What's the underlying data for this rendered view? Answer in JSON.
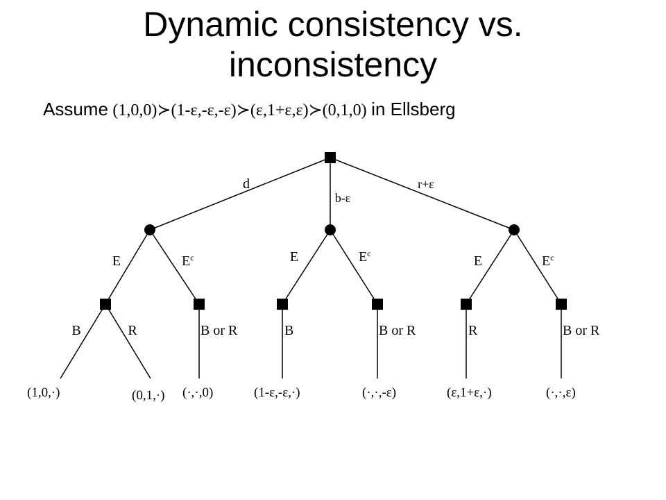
{
  "title": {
    "line1": "Dynamic consistency vs.",
    "line2": "inconsistency"
  },
  "subtitle": {
    "prefix": "Assume",
    "formula": "(1,0,0)≻(1-ε,-ε,-ε)≻(ε,1+ε,ε)≻(0,1,0)",
    "suffix": "in Ellsberg"
  },
  "tree": {
    "root_branches": {
      "left": "d",
      "middle": "b-ε",
      "right": "r+ε"
    },
    "event_labels": {
      "event": "E",
      "complement_base": "E",
      "complement_sup": "c"
    },
    "choice_labels": {
      "left_b": "B",
      "left_r": "R",
      "left_bor": "B or R",
      "mid_b": "B",
      "mid_bor": "B or R",
      "right_r": "R",
      "right_bor": "B or R"
    },
    "outcomes": {
      "o1": "(1,0,·)",
      "o2": "(0,1,·)",
      "o3": "(·,·,0)",
      "o4": "(1-ε,-ε,·)",
      "o5": "(·,·,-ε)",
      "o6": "(ε,1+ε,·)",
      "o7": "(·,·,ε)"
    }
  }
}
